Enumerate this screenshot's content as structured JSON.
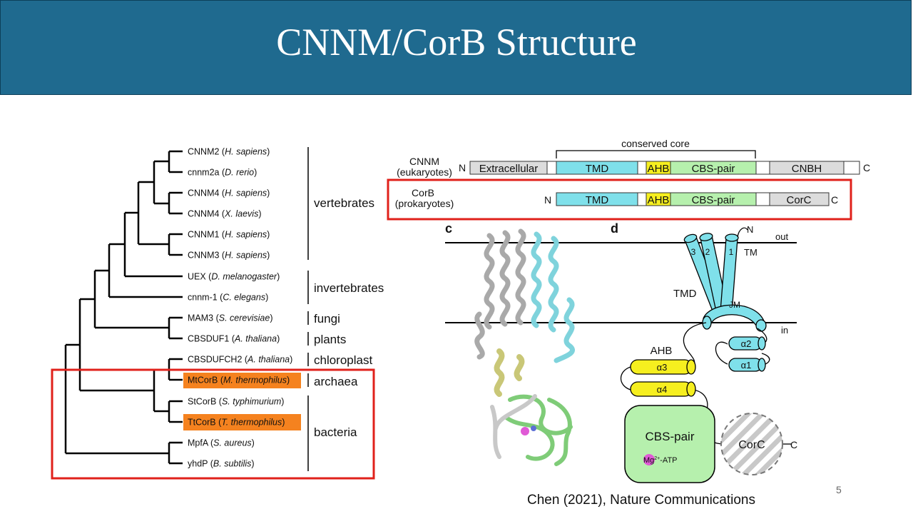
{
  "title": "CNNM/CorB Structure",
  "slide_number": "5",
  "citation": "Chen (2021), Nature Communications",
  "tree": {
    "leaves": [
      {
        "name": "CNNM2",
        "species": "H. sapiens"
      },
      {
        "name": "cnnm2a",
        "species": "D. rerio"
      },
      {
        "name": "CNNM4",
        "species": "H. sapiens"
      },
      {
        "name": "CNNM4",
        "species": "X. laevis"
      },
      {
        "name": "CNNM1",
        "species": "H. sapiens"
      },
      {
        "name": "CNNM3",
        "species": "H. sapiens"
      },
      {
        "name": "UEX",
        "species": "D. melanogaster"
      },
      {
        "name": "cnnm-1",
        "species": "C. elegans"
      },
      {
        "name": "MAM3",
        "species": "S. cerevisiae"
      },
      {
        "name": "CBSDUF1",
        "species": "A. thaliana"
      },
      {
        "name": "CBSDUFCH2",
        "species": "A. thaliana"
      },
      {
        "name": "MtCorB",
        "species": "M. thermophilus",
        "highlight": true
      },
      {
        "name": "StCorB",
        "species": "S. typhimurium"
      },
      {
        "name": "TtCorB",
        "species": "T. thermophilus",
        "highlight": true
      },
      {
        "name": "MpfA",
        "species": "S. aureus"
      },
      {
        "name": "yhdP",
        "species": "B. subtilis"
      }
    ],
    "groups": [
      "vertebrates",
      "invertebrates",
      "fungi",
      "plants",
      "chloroplast",
      "archaea",
      "bacteria"
    ],
    "highlight_color": "#f5821f",
    "box_color": "#e0211b"
  },
  "domains": {
    "core_label": "conserved core",
    "cnnm_label_1": "CNNM",
    "cnnm_label_2": "(eukaryotes)",
    "corb_label_1": "CorB",
    "corb_label_2": "(prokaryotes)",
    "n": "N",
    "c": "C",
    "extracellular": "Extracellular",
    "tmd": "TMD",
    "ahb": "AHB",
    "cbs": "CBS-pair",
    "cnbh": "CNBH",
    "corc": "CorC",
    "colors": {
      "tmd": "#7fe0ea",
      "ahb": "#f6ef1f",
      "cbs": "#b6f0ad",
      "grey": "#dcdcdc"
    }
  },
  "panel_c": {
    "letter": "c"
  },
  "panel_d": {
    "letter": "d",
    "n": "N",
    "out": "out",
    "in": "in",
    "h3": "3",
    "h2": "2",
    "h1": "1",
    "tm": "TM",
    "tmd": "TMD",
    "jm": "JM",
    "a2": "α2",
    "a1": "α1",
    "ahb": "AHB",
    "a3": "α3",
    "a4": "α4",
    "cbs": "CBS-pair",
    "mg": "Mg",
    "mg_sup": "2+",
    "atp": "-ATP",
    "corc": "CorC",
    "c": "C"
  }
}
